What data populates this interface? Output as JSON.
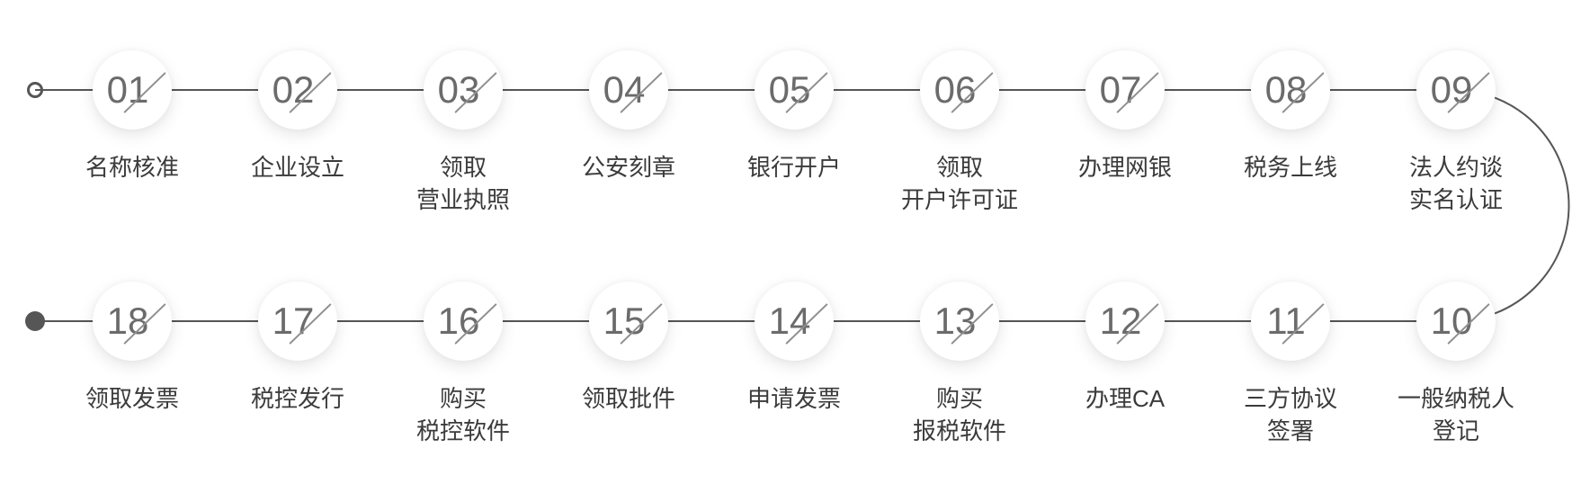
{
  "flow": {
    "title": "",
    "start_marker": "hollow-ring",
    "end_marker": "filled-dot",
    "colors": {
      "line": "#565656",
      "number": "#6b6b6b",
      "slash": "#8f8f8f",
      "label": "#3b3b3b",
      "circle_fill": "#ffffff",
      "background": "#ffffff"
    },
    "rows": [
      {
        "name": "top-row",
        "steps": [
          {
            "number": "01",
            "label": "名称核准"
          },
          {
            "number": "02",
            "label": "企业设立"
          },
          {
            "number": "03",
            "label": "领取\n营业执照"
          },
          {
            "number": "04",
            "label": "公安刻章"
          },
          {
            "number": "05",
            "label": "银行开户"
          },
          {
            "number": "06",
            "label": "领取\n开户许可证"
          },
          {
            "number": "07",
            "label": "办理网银"
          },
          {
            "number": "08",
            "label": "税务上线"
          },
          {
            "number": "09",
            "label": "法人约谈\n实名认证"
          }
        ]
      },
      {
        "name": "bottom-row",
        "steps": [
          {
            "number": "18",
            "label": "领取发票"
          },
          {
            "number": "17",
            "label": "税控发行"
          },
          {
            "number": "16",
            "label": "购买\n税控软件"
          },
          {
            "number": "15",
            "label": "领取批件"
          },
          {
            "number": "14",
            "label": "申请发票"
          },
          {
            "number": "13",
            "label": "购买\n报税软件"
          },
          {
            "number": "12",
            "label": "办理CA"
          },
          {
            "number": "11",
            "label": "三方协议\n签署"
          },
          {
            "number": "10",
            "label": "一般纳税人\n登记"
          }
        ]
      }
    ]
  }
}
